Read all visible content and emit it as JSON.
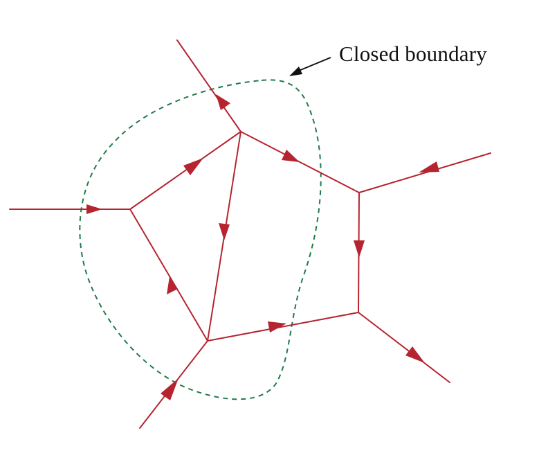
{
  "annotation": {
    "text": "Closed boundary"
  },
  "colors": {
    "branch": "#b5242f",
    "boundary": "#1f7a4a",
    "pointer": "#111111",
    "background": "#ffffff"
  },
  "network": {
    "nodes": [
      "top-node",
      "left-node",
      "bottom-node",
      "right-upper-node",
      "right-lower-node"
    ],
    "branches": [
      {
        "from": "top-node",
        "to": "external-top",
        "arrow": "outward"
      },
      {
        "from": "external-left",
        "to": "left-node",
        "arrow": "inward"
      },
      {
        "from": "external-bottom",
        "to": "bottom-node",
        "arrow": "inward"
      },
      {
        "from": "left-node",
        "to": "top-node",
        "arrow": "forward"
      },
      {
        "from": "bottom-node",
        "to": "left-node",
        "arrow": "forward"
      },
      {
        "from": "top-node",
        "to": "bottom-node",
        "arrow": "forward"
      },
      {
        "from": "top-node",
        "to": "right-upper-node",
        "arrow": "forward"
      },
      {
        "from": "bottom-node",
        "to": "right-lower-node",
        "arrow": "forward"
      },
      {
        "from": "right-upper-node",
        "to": "right-lower-node",
        "arrow": "forward"
      },
      {
        "from": "external-right",
        "to": "right-upper-node",
        "arrow": "inward"
      },
      {
        "from": "right-lower-node",
        "to": "external-bottom-right",
        "arrow": "outward"
      }
    ]
  }
}
